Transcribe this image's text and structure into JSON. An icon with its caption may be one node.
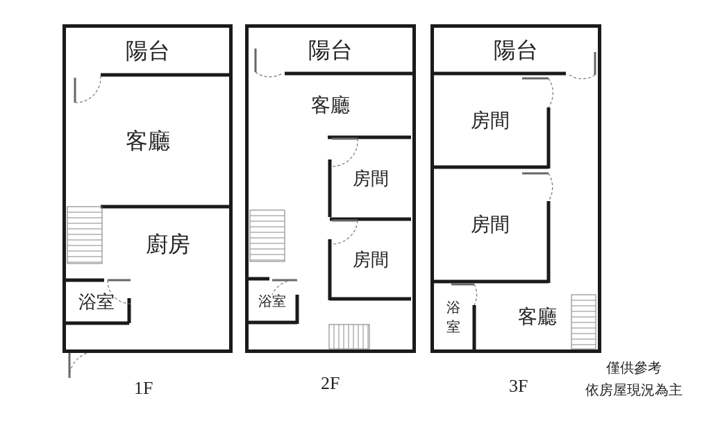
{
  "diagram": {
    "nodes": [
      {
        "text": [
          "1F"
        ]
      },
      {
        "text": [
          "陽台"
        ],
        "in": 0
      },
      {
        "text": [
          "客廳"
        ],
        "in": 0
      },
      {
        "text": [
          "廚房"
        ],
        "in": 0
      },
      {
        "text": [
          "浴室"
        ],
        "in": 0
      },
      {
        "text": [
          "2F"
        ]
      },
      {
        "text": [
          "陽台"
        ],
        "in": 5
      },
      {
        "text": [
          "客廳"
        ],
        "in": 5
      },
      {
        "text": [
          "房間"
        ],
        "in": 5
      },
      {
        "text": [
          "房間"
        ],
        "in": 5
      },
      {
        "text": [
          "浴室"
        ],
        "in": 5
      },
      {
        "text": [
          "3F"
        ]
      },
      {
        "text": [
          "陽台"
        ],
        "in": 11
      },
      {
        "text": [
          "房間"
        ],
        "in": 11
      },
      {
        "text": [
          "房間"
        ],
        "in": 11
      },
      {
        "text": [
          "浴室"
        ],
        "in": 11
      },
      {
        "text": [
          "客廳"
        ],
        "in": 11
      }
    ],
    "labels": [
      "僅供參考",
      "依房屋現況為主"
    ]
  }
}
